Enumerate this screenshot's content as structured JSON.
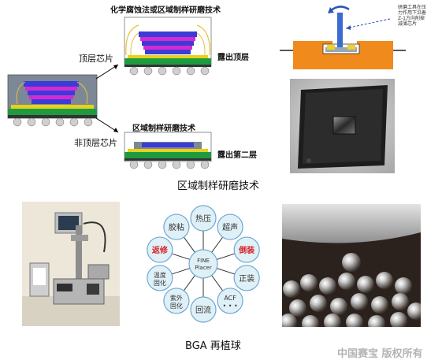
{
  "top_section": {
    "diagram_title": "化学腐蚀法或区域制样研磨技术",
    "label_top_chip": "顶层芯片",
    "label_expose_top": "露出顶层",
    "label_non_top_chip": "非顶层芯片",
    "lower_title": "区域制样研磨技术",
    "label_expose_second": "露出第二层",
    "tool_note_line1": "研磨工具在压",
    "tool_note_line2": "力作用下沿着",
    "tool_note_line3": "Z-1方向削掉",
    "tool_note_line4": "减薄芯片",
    "caption": "区域制样研磨技术"
  },
  "bottom_section": {
    "center_label_line1": "FINE",
    "center_label_line2": "Placer",
    "nodes": [
      {
        "line1": "热压",
        "line2": "",
        "color": "#333333"
      },
      {
        "line1": "超声",
        "line2": "",
        "color": "#333333"
      },
      {
        "line1": "倒装",
        "line2": "",
        "color": "#d8232a"
      },
      {
        "line1": "正装",
        "line2": "",
        "color": "#333333"
      },
      {
        "line1": "ACF",
        "line2": "• • •",
        "color": "#333333"
      },
      {
        "line1": "回流",
        "line2": "",
        "color": "#333333"
      },
      {
        "line1": "紫外",
        "line2": "固化",
        "color": "#333333"
      },
      {
        "line1": "温度",
        "line2": "固化",
        "color": "#333333"
      },
      {
        "line1": "返修",
        "line2": "",
        "color": "#d8232a"
      },
      {
        "line1": "胶粘",
        "line2": "",
        "color": "#333333"
      }
    ],
    "caption": "BGA 再植球"
  },
  "watermark": "中国赛宝 版权所有",
  "colors": {
    "node_fill": "#dff0f7",
    "node_stroke": "#6fa8cf",
    "highlight": "#d8232a",
    "substrate_green": "#1e9b3f",
    "chip_blue": "#3b3bd9",
    "chip_magenta": "#d62ad0",
    "mold_gray": "#7c8896",
    "orange_block": "#f08a1c"
  }
}
